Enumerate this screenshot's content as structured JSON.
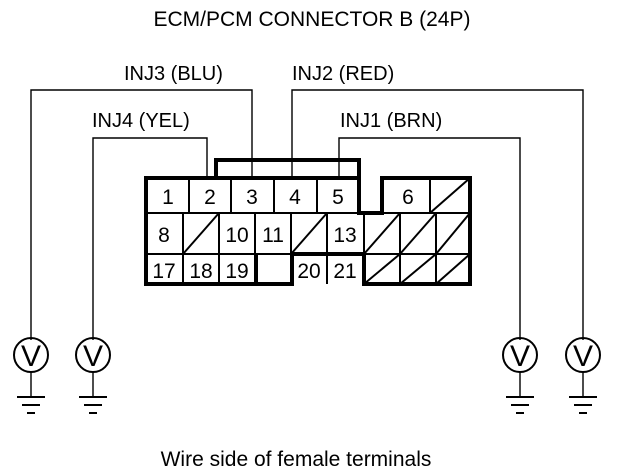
{
  "diagram": {
    "title": "ECM/PCM CONNECTOR B (24P)",
    "caption": "Wire side of female terminals",
    "wire_labels": {
      "inj3": "INJ3 (BLU)",
      "inj2": "INJ2 (RED)",
      "inj4": "INJ4 (YEL)",
      "inj1": "INJ1 (BRN)"
    },
    "pins": {
      "p1": "1",
      "p2": "2",
      "p3": "3",
      "p4": "4",
      "p5": "5",
      "p6": "6",
      "p8": "8",
      "p10": "10",
      "p11": "11",
      "p13": "13",
      "p17": "17",
      "p18": "18",
      "p19": "19",
      "p20": "20",
      "p21": "21"
    },
    "meter_symbol": "V"
  }
}
